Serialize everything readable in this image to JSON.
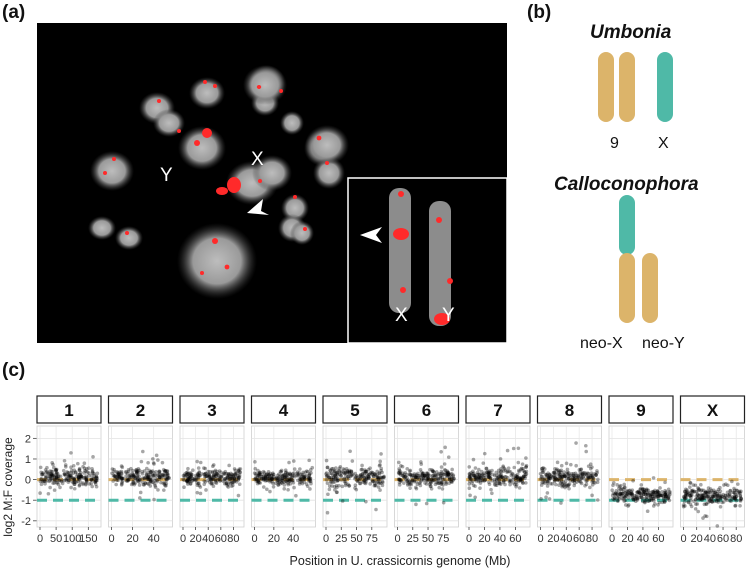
{
  "figure": {
    "panel_a": {
      "label": "(a)",
      "marker_y": "Y",
      "marker_x": "X",
      "inset": {
        "label_x": "X",
        "label_y": "Y"
      }
    },
    "panel_b": {
      "label": "(b)",
      "species1": {
        "name": "Umbonia",
        "labels": [
          "9",
          "X"
        ]
      },
      "species2": {
        "name": "Calloconophora",
        "labels": [
          "neo-X",
          "neo-Y"
        ]
      },
      "colors": {
        "autosome": "#dcb46a",
        "x_chrom": "#4fb9a7"
      }
    },
    "panel_c": {
      "label": "(c)"
    }
  },
  "chart_data": {
    "type": "scatter",
    "ylabel": "log2 M:F coverage",
    "xlabel": "Position in U. crassicornis genome (Mb)",
    "ylim": [
      -2.3,
      2.6
    ],
    "yticks": [
      2,
      1,
      0,
      -1,
      -2
    ],
    "reference_lines": [
      {
        "y": 0,
        "color": "#dcb46a"
      },
      {
        "y": -1,
        "color": "#4fb9a7"
      }
    ],
    "facets": [
      {
        "name": "1",
        "xmax": 180,
        "ticks": [
          0,
          50,
          100,
          150
        ],
        "tick_labels": [
          "0",
          "50",
          "100",
          "150"
        ],
        "mean": 0.15,
        "sd": 0.22
      },
      {
        "name": "2",
        "xmax": 55,
        "ticks": [
          0,
          20,
          40
        ],
        "tick_labels": [
          "0",
          "20",
          "40"
        ],
        "mean": 0.12,
        "sd": 0.2
      },
      {
        "name": "3",
        "xmax": 92,
        "ticks": [
          0,
          20,
          40,
          60,
          80
        ],
        "tick_labels": [
          "0",
          "20",
          "40",
          "60",
          "80"
        ],
        "mean": 0.1,
        "sd": 0.22
      },
      {
        "name": "4",
        "xmax": 60,
        "ticks": [
          0,
          20,
          40
        ],
        "tick_labels": [
          "0",
          "20",
          "40"
        ],
        "mean": 0.1,
        "sd": 0.2
      },
      {
        "name": "5",
        "xmax": 95,
        "ticks": [
          0,
          25,
          50,
          75
        ],
        "tick_labels": [
          "0",
          "25",
          "50",
          "75"
        ],
        "mean": 0.12,
        "sd": 0.25
      },
      {
        "name": "6",
        "xmax": 95,
        "ticks": [
          0,
          25,
          50,
          75
        ],
        "tick_labels": [
          "0",
          "25",
          "50",
          "75"
        ],
        "mean": 0.12,
        "sd": 0.22
      },
      {
        "name": "7",
        "xmax": 75,
        "ticks": [
          0,
          20,
          40,
          60
        ],
        "tick_labels": [
          "0",
          "20",
          "40",
          "60"
        ],
        "mean": 0.12,
        "sd": 0.25
      },
      {
        "name": "8",
        "xmax": 90,
        "ticks": [
          0,
          20,
          40,
          60,
          80
        ],
        "tick_labels": [
          "0",
          "20",
          "40",
          "60",
          "80"
        ],
        "mean": 0.12,
        "sd": 0.22
      },
      {
        "name": "9",
        "xmax": 75,
        "ticks": [
          0,
          20,
          40,
          60
        ],
        "tick_labels": [
          "0",
          "20",
          "40",
          "60"
        ],
        "mean": -0.75,
        "sd": 0.2
      },
      {
        "name": "X",
        "xmax": 88,
        "ticks": [
          0,
          20,
          40,
          60,
          80
        ],
        "tick_labels": [
          "0",
          "20",
          "40",
          "60",
          "80"
        ],
        "mean": -0.8,
        "sd": 0.22
      }
    ]
  }
}
